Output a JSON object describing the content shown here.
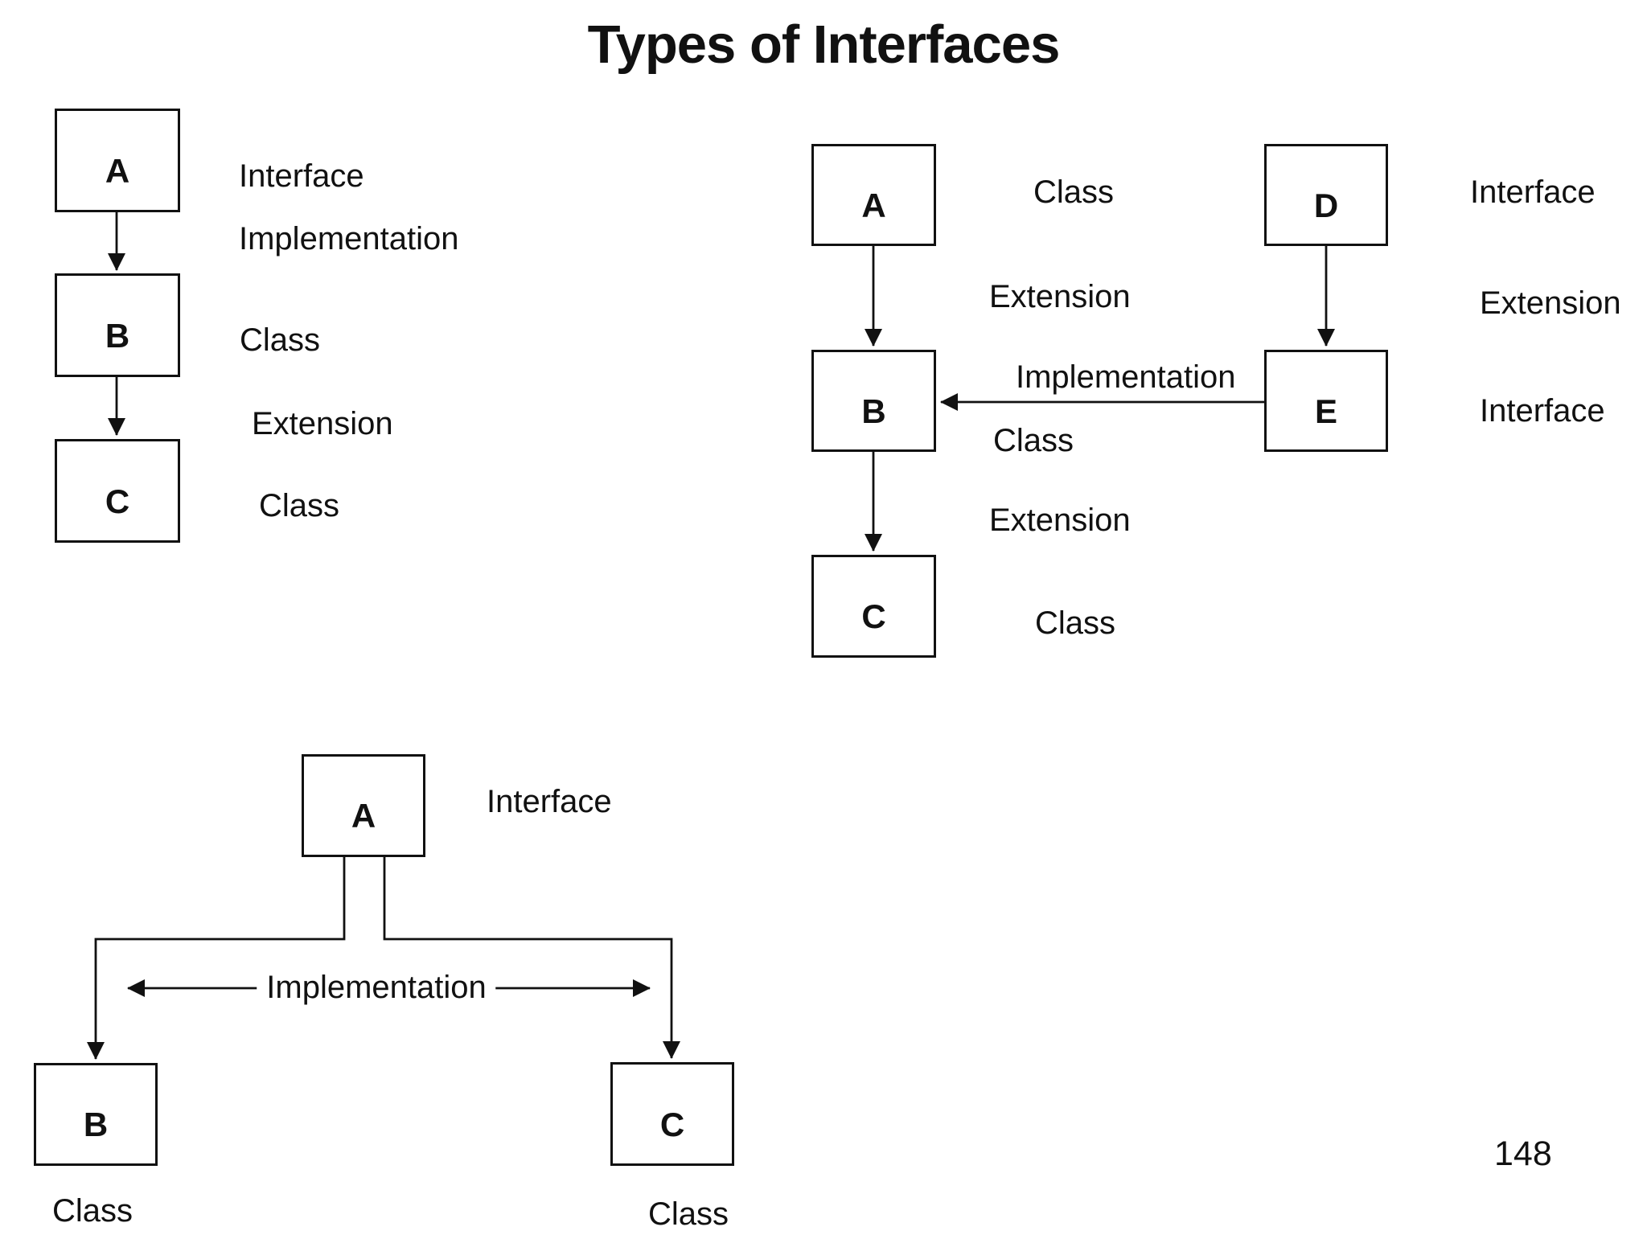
{
  "title": "Types of Interfaces",
  "page_number": "148",
  "diagrams": {
    "linear": {
      "nodes": {
        "a": "A",
        "b": "B",
        "c": "C"
      },
      "labels": {
        "a_role": "Interface",
        "ab_edge": "Implementation",
        "b_role": "Class",
        "bc_edge": "Extension",
        "c_role": "Class"
      }
    },
    "mixed": {
      "nodes": {
        "a": "A",
        "b": "B",
        "c": "C",
        "d": "D",
        "e": "E"
      },
      "labels": {
        "a_role": "Class",
        "d_role": "Interface",
        "ab_edge": "Extension",
        "de_edge": "Extension",
        "eb_edge": "Implementation",
        "b_role": "Class",
        "e_role": "Interface",
        "bc_edge": "Extension",
        "c_role": "Class"
      }
    },
    "fanout": {
      "nodes": {
        "a": "A",
        "b": "B",
        "c": "C"
      },
      "labels": {
        "a_role": "Interface",
        "spread_edge": "Implementation",
        "b_role": "Class",
        "c_role": "Class"
      }
    }
  }
}
